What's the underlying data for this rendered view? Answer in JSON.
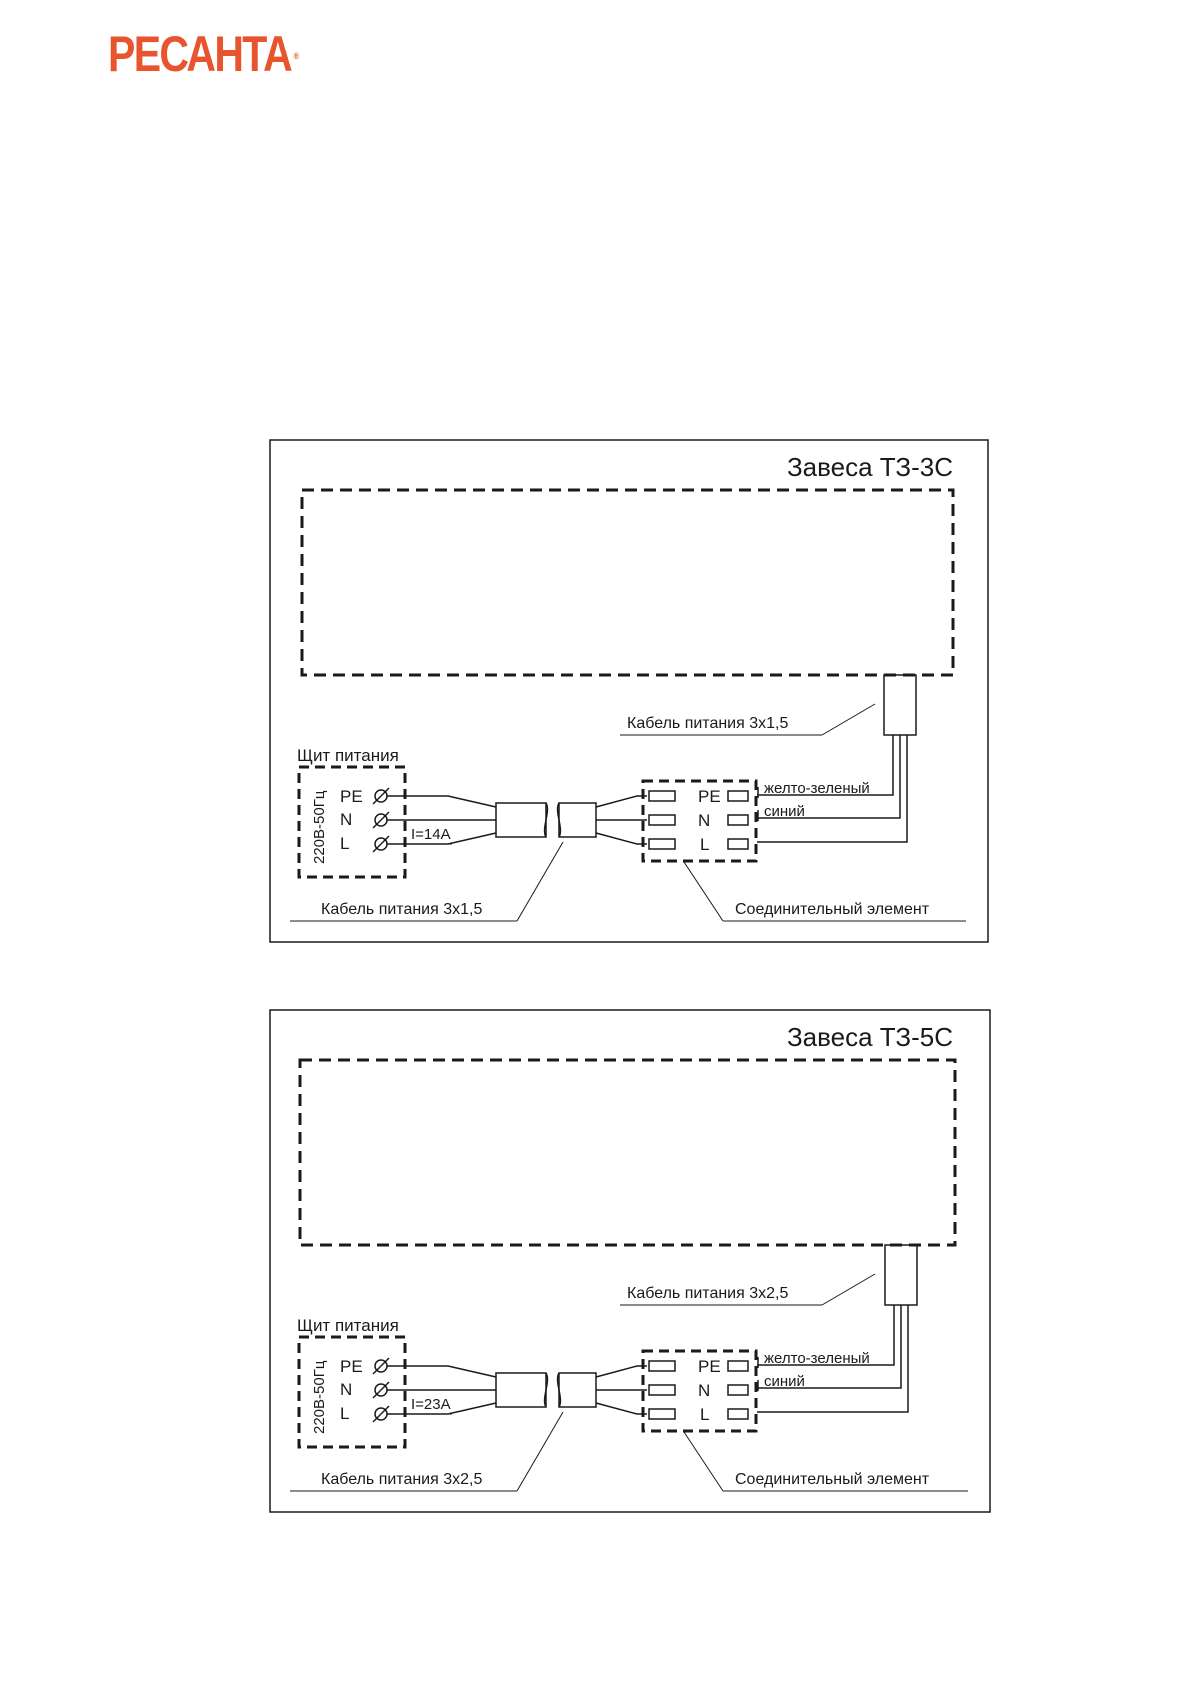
{
  "logo": {
    "text": "РЕСАНТА",
    "reg": "®"
  },
  "colors": {
    "brand": "#e8542e",
    "ink": "#1a1a1a"
  },
  "diagrams": [
    {
      "title": "Завеса ТЗ-3С",
      "panel_label": "Щит питания",
      "supply_label": "220В-50Гц",
      "terminals": [
        "PE",
        "N",
        "L"
      ],
      "current": "I=14A",
      "cable_device": "Кабель питания 3х1,5",
      "cable_supply": "Кабель питания 3х1,5",
      "wire_pe": "желто-зеленый",
      "wire_n": "синий",
      "connector_label": "Соединительный элемент"
    },
    {
      "title": "Завеса ТЗ-5С",
      "panel_label": "Щит питания",
      "supply_label": "220В-50Гц",
      "terminals": [
        "PE",
        "N",
        "L"
      ],
      "current": "I=23A",
      "cable_device": "Кабель питания 3х2,5",
      "cable_supply": "Кабель питания 3х2,5",
      "wire_pe": "желто-зеленый",
      "wire_n": "синий",
      "connector_label": "Соединительный элемент"
    }
  ]
}
